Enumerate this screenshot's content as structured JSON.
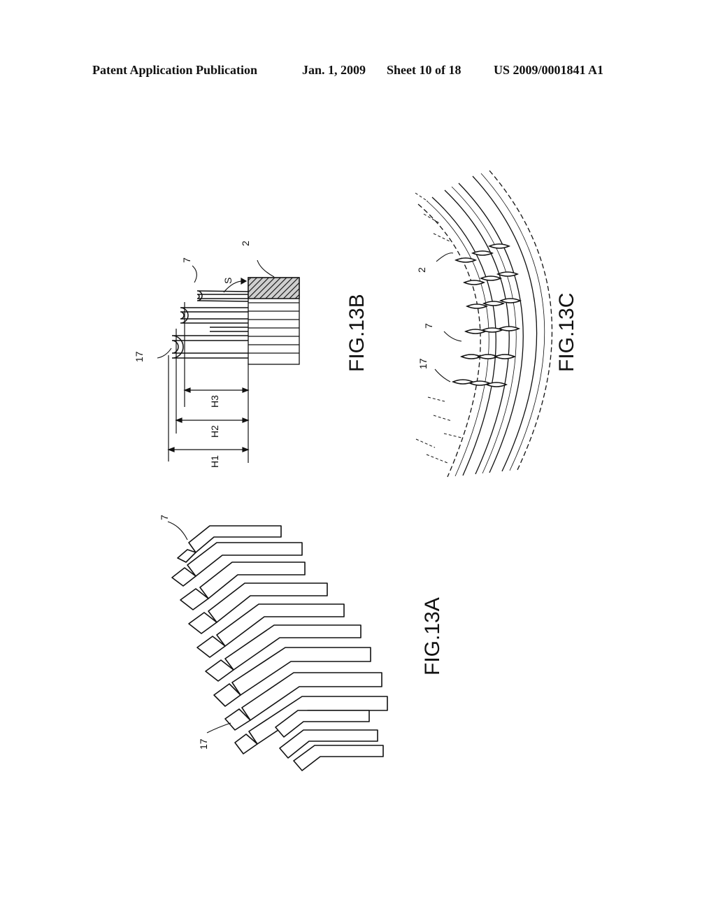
{
  "header": {
    "publication": "Patent Application Publication",
    "date": "Jan. 1, 2009",
    "sheet": "Sheet 10 of 18",
    "number": "US 2009/0001841 A1"
  },
  "figures": {
    "fig13a": {
      "caption": "FIG.13A",
      "labels": {
        "ref7": "7",
        "ref17": "17"
      }
    },
    "fig13b": {
      "caption": "FIG.13B",
      "labels": {
        "ref17": "17",
        "ref7": "7",
        "ref2": "2",
        "s": "S",
        "h1": "H1",
        "h2": "H2",
        "h3": "H3"
      }
    },
    "fig13c": {
      "caption": "FIG.13C",
      "labels": {
        "ref2": "2",
        "ref7": "7",
        "ref17": "17"
      }
    }
  }
}
